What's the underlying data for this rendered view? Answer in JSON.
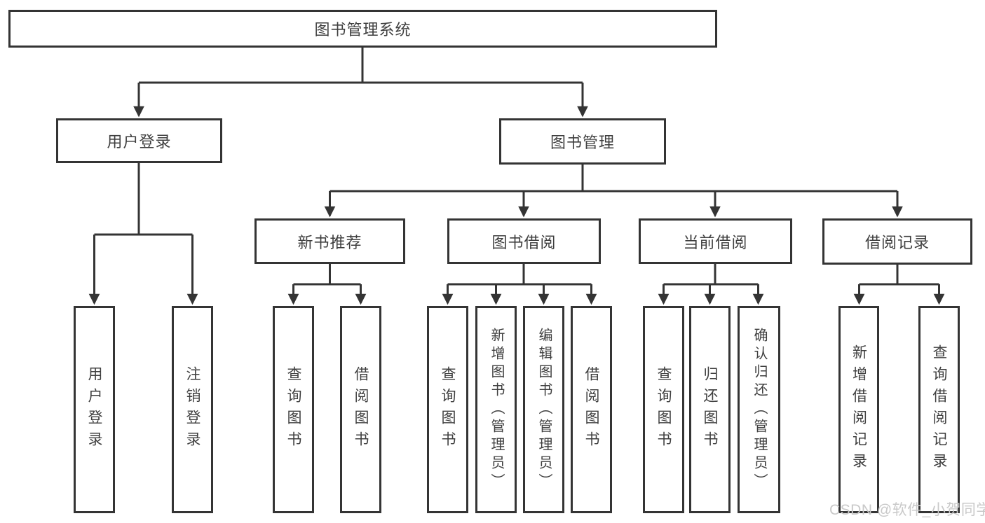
{
  "tree": {
    "root": {
      "label": "图书管理系统"
    },
    "level2": [
      {
        "label": "用户登录",
        "children": [
          {
            "label": "用户登录"
          },
          {
            "label": "注销登录"
          }
        ]
      },
      {
        "label": "图书管理",
        "children": [
          {
            "label": "新书推荐",
            "children": [
              {
                "label": "查询图书"
              },
              {
                "label": "借阅图书"
              }
            ]
          },
          {
            "label": "图书借阅",
            "children": [
              {
                "label": "查询图书"
              },
              {
                "label": "新增图书（管理员）"
              },
              {
                "label": "编辑图书（管理员）"
              },
              {
                "label": "借阅图书"
              }
            ]
          },
          {
            "label": "当前借阅",
            "children": [
              {
                "label": "查询图书"
              },
              {
                "label": "归还图书"
              },
              {
                "label": "确认归还（管理员）"
              }
            ]
          },
          {
            "label": "借阅记录",
            "children": [
              {
                "label": "新增借阅记录"
              },
              {
                "label": "查询借阅记录"
              }
            ]
          }
        ]
      }
    ]
  },
  "watermark": {
    "text": "CSDN @软件_小贺同学"
  },
  "colors": {
    "line": "#343434",
    "box_border": "#343434",
    "text": "#3f3f3f",
    "watermark": "#c9c9c9",
    "background": "#ffffff"
  }
}
